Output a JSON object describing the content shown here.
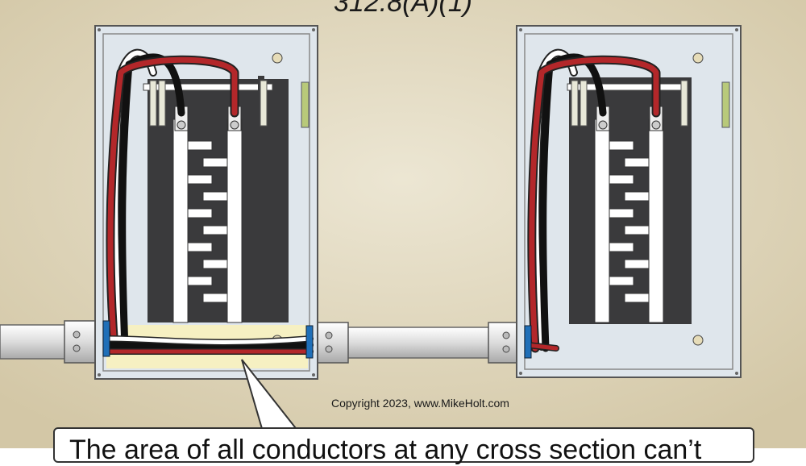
{
  "title": "312.8(A)(1)",
  "copyright": "Copyright 2023, www.MikeHolt.com",
  "callout": "The area of all conductors at any cross section can’t",
  "colors": {
    "wall": "#d9ceb1",
    "panel": "#dfe6ec",
    "interior": "#3a3a3c",
    "bus": "#ffffff",
    "conductor_red": "#b3272a",
    "conductor_black": "#111111",
    "conductor_white": "#ffffff",
    "fill_area": "#f6f0c2",
    "conduit": "#e3e3e3",
    "bushing": "#1f6fb8",
    "neutral_bar": "#b8c97a"
  }
}
